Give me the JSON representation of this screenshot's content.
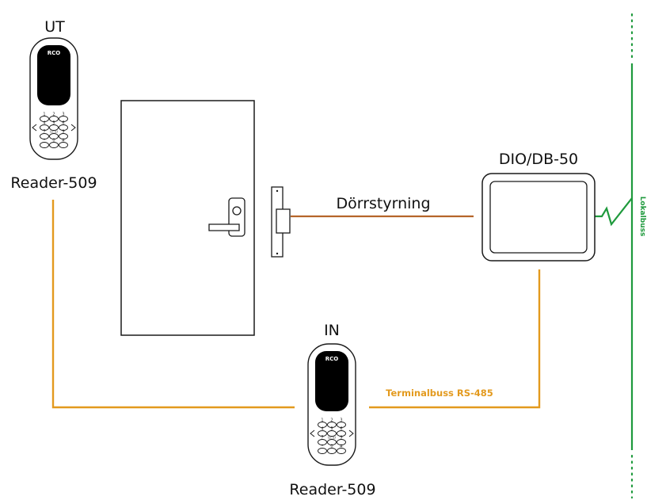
{
  "readers": [
    {
      "role_label": "UT",
      "model_label": "Reader-509",
      "brand": "RCO"
    },
    {
      "role_label": "IN",
      "model_label": "Reader-509",
      "brand": "RCO"
    }
  ],
  "keypad_keys": [
    "1",
    "2",
    "3",
    "4",
    "5",
    "6",
    "7",
    "((○))",
    "9",
    "*",
    "0",
    "#"
  ],
  "controller": {
    "label": "DIO/DB-50"
  },
  "door_control_label": "Dörrstyrning",
  "terminal_bus_label": "Terminalbuss RS-485",
  "local_bus_label": "Lokalbuss",
  "colors": {
    "terminal_bus": "#e39a1e",
    "door_control": "#b5652a",
    "local_bus": "#1f9a3d"
  }
}
